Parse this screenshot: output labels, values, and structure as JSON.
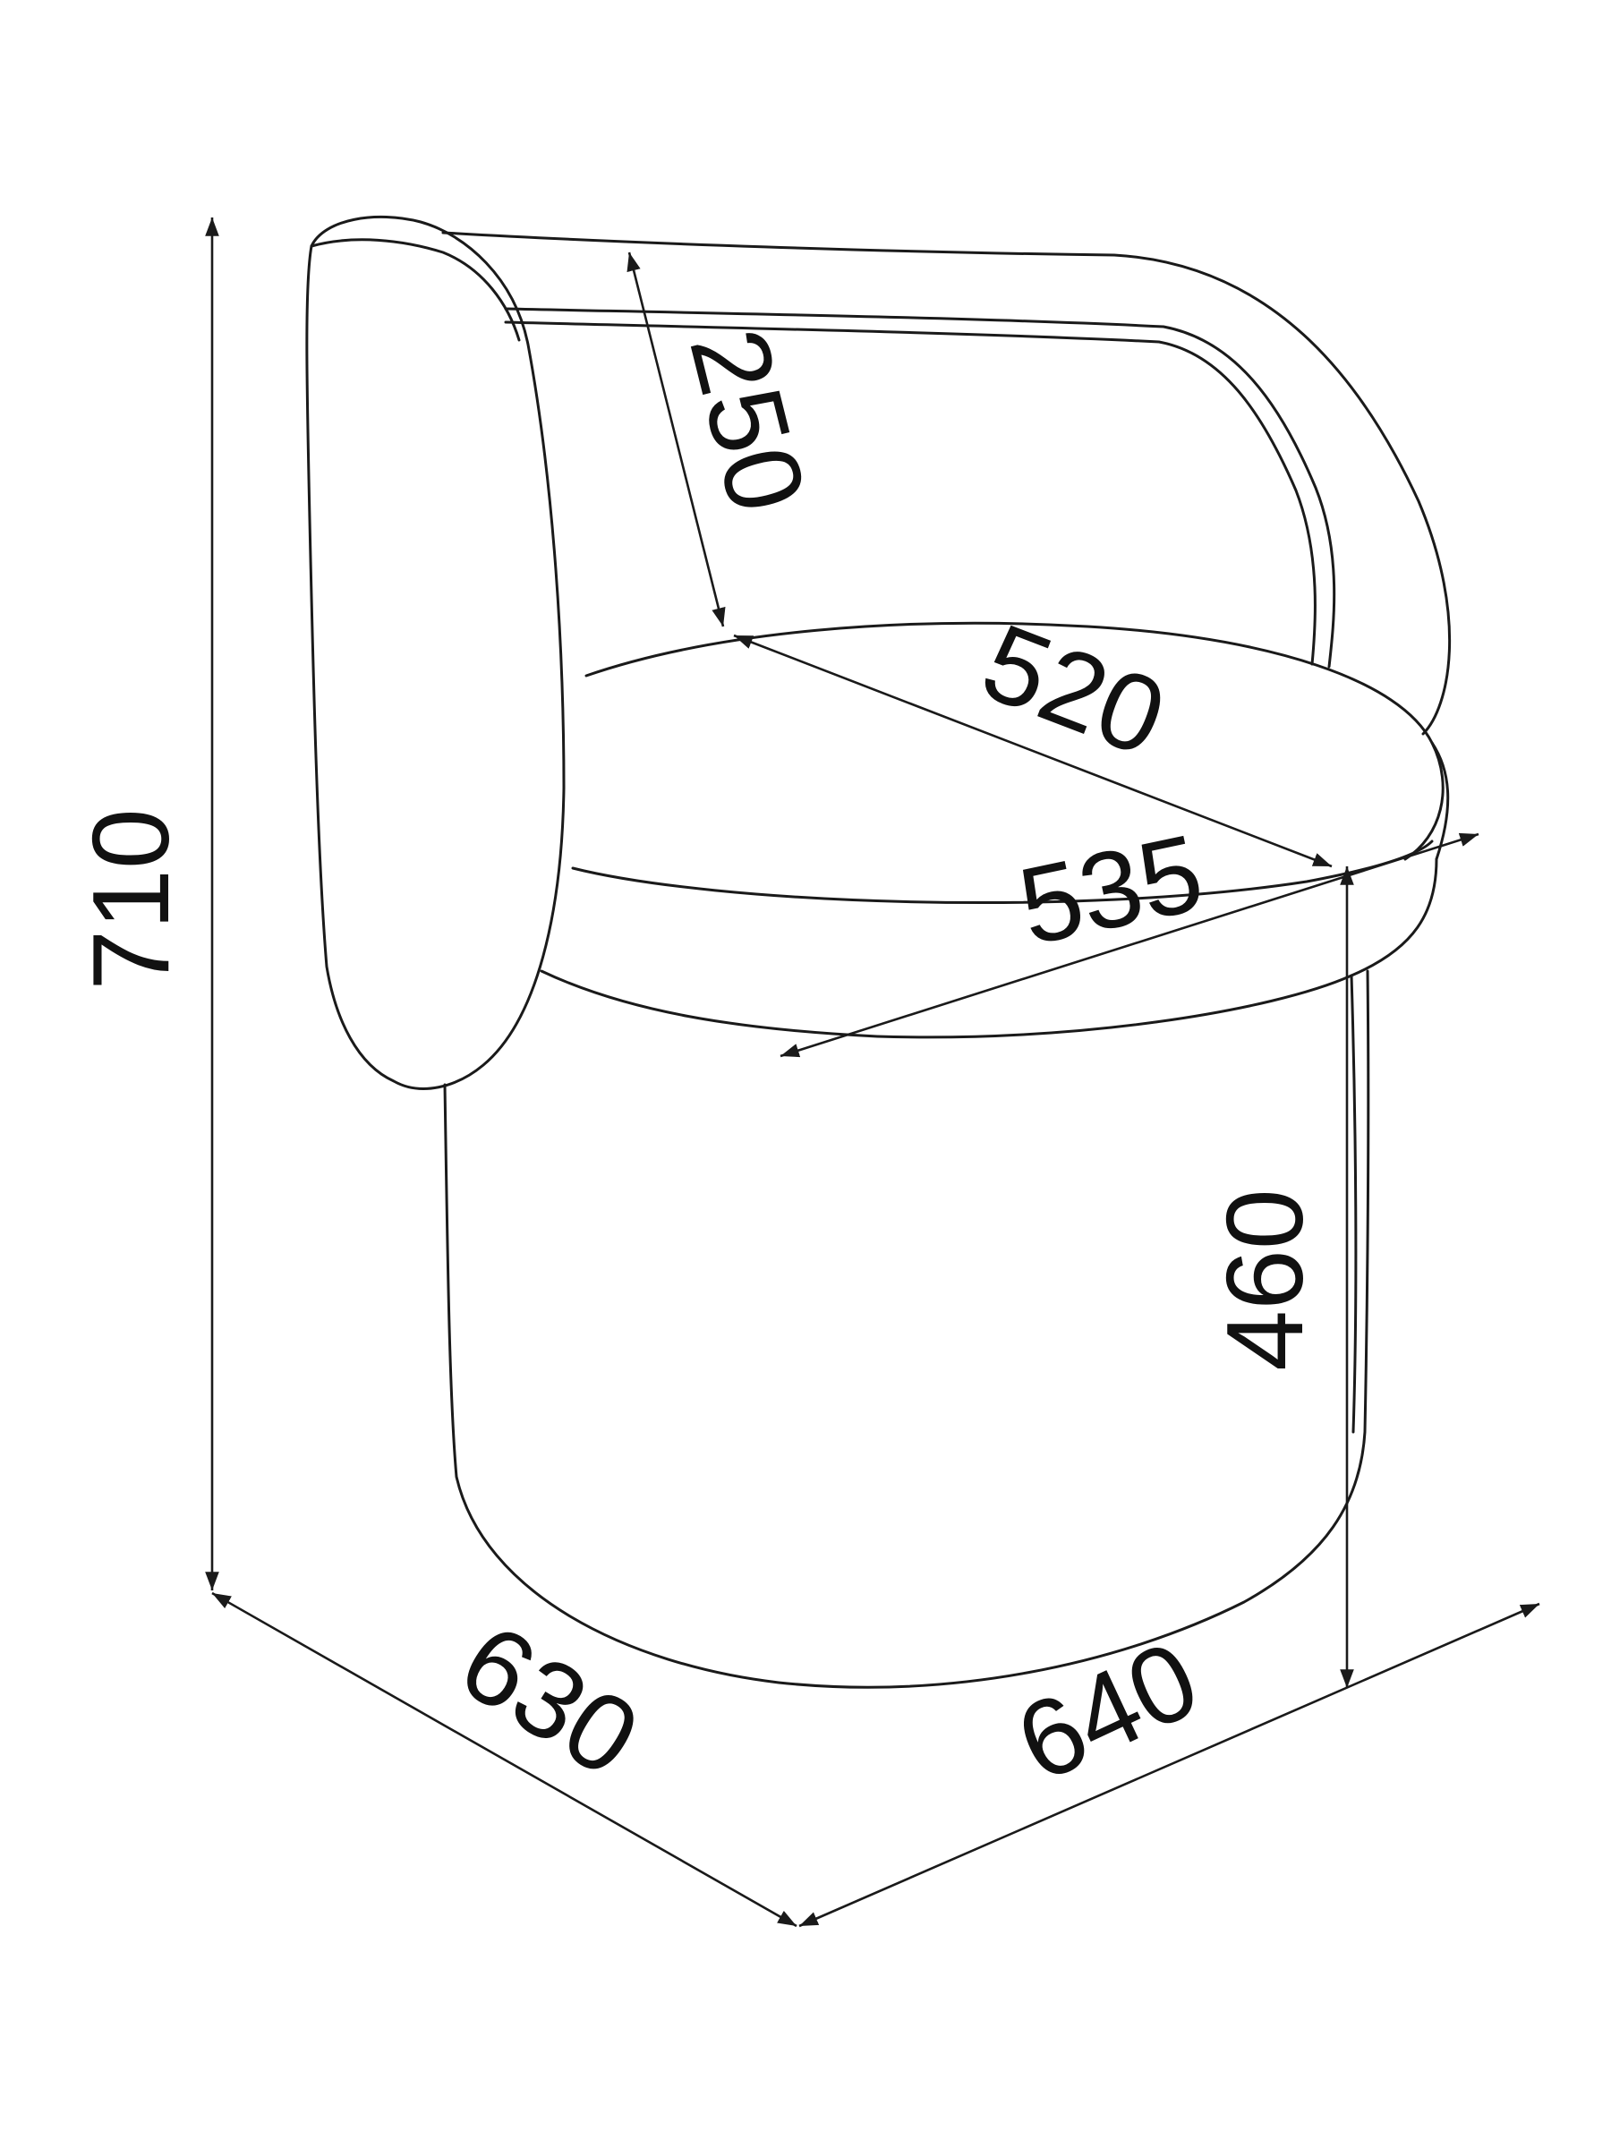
{
  "dimensions": {
    "total_height": "710",
    "backrest_height": "250",
    "seat_depth": "520",
    "seat_width": "535",
    "seat_height": "460",
    "overall_depth": "630",
    "overall_width": "640"
  }
}
